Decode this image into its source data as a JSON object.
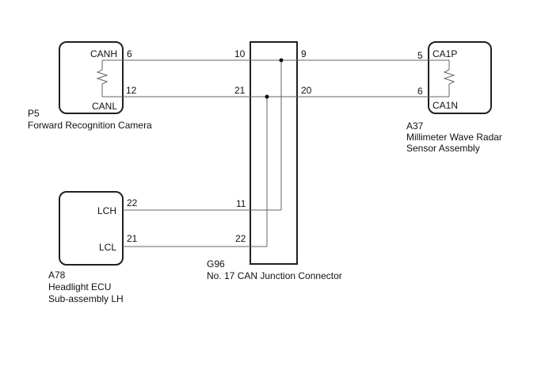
{
  "components": {
    "camera": {
      "code": "P5",
      "name": "Forward Recognition Camera",
      "pin_high_label": "CANH",
      "pin_low_label": "CANL",
      "pin_high_no": "6",
      "pin_low_no": "12"
    },
    "radar": {
      "code": "A37",
      "name_line1": "Millimeter Wave Radar",
      "name_line2": "Sensor Assembly",
      "pin_high_label": "CA1P",
      "pin_low_label": "CA1N",
      "pin_high_no": "5",
      "pin_low_no": "6"
    },
    "headlight": {
      "code": "A78",
      "name_line1": "Headlight ECU",
      "name_line2": "Sub-assembly LH",
      "pin_high_label": "LCH",
      "pin_low_label": "LCL",
      "pin_high_no": "22",
      "pin_low_no": "21"
    },
    "junction": {
      "code": "G96",
      "name": "No. 17 CAN Junction Connector",
      "pin_left_top": "10",
      "pin_left_second": "21",
      "pin_right_top": "9",
      "pin_right_second": "20",
      "pin_left_lch": "11",
      "pin_left_lcl": "22"
    }
  },
  "colors": {
    "wire": "#6b6360",
    "box": "#231f20"
  }
}
